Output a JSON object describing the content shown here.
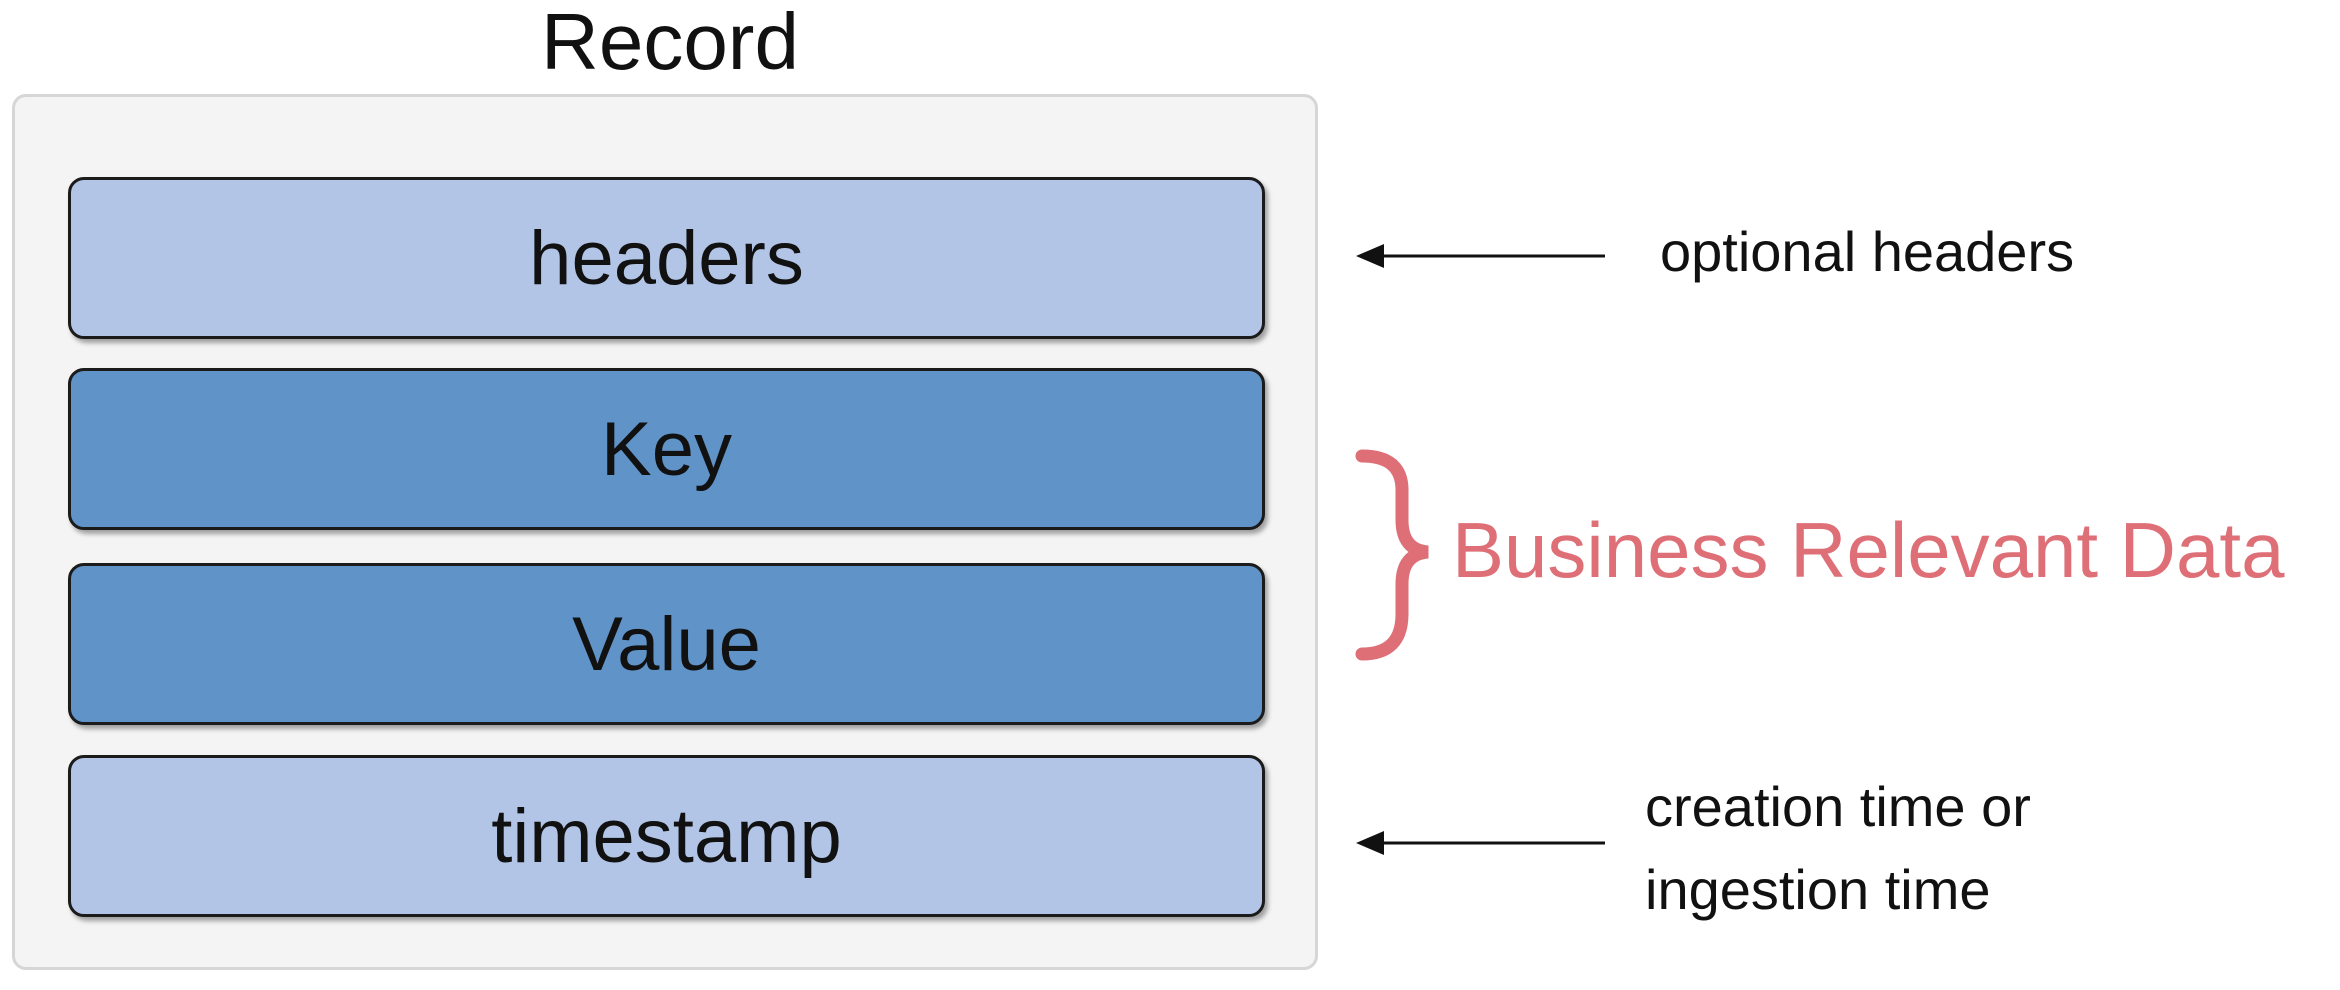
{
  "record": {
    "title": "Record",
    "fields": {
      "headers": "headers",
      "key": "Key",
      "value": "Value",
      "timestamp": "timestamp"
    }
  },
  "annotations": {
    "headers_note": "optional headers",
    "business_note": "Business Relevant Data",
    "timestamp_note_line1": "creation time or",
    "timestamp_note_line2": "ingestion time"
  },
  "colors": {
    "light_field": "#b2c5e6",
    "dark_field": "#6093c8",
    "container_bg": "#f4f4f4",
    "business_accent": "#de6f77"
  },
  "icons": {
    "headers_arrow": "left-arrow-icon",
    "timestamp_arrow": "left-arrow-icon",
    "business_brace": "curly-brace-icon"
  }
}
